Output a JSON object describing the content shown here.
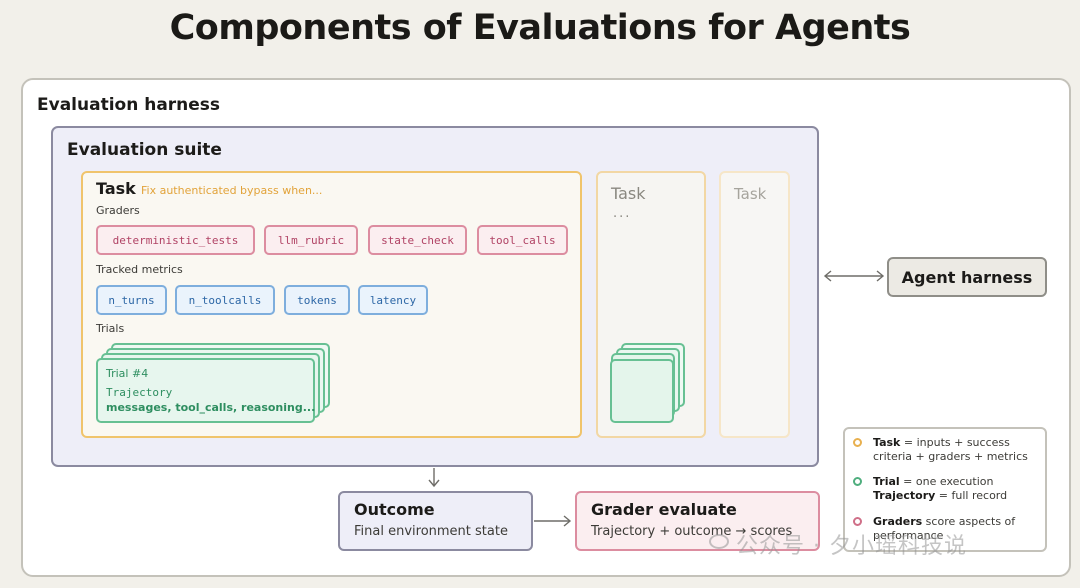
{
  "title": "Components of Evaluations for Agents",
  "harness": {
    "label": "Evaluation harness"
  },
  "suite": {
    "label": "Evaluation suite",
    "task": {
      "title": "Task",
      "subtitle": "Fix authenticated bypass when...",
      "graders_label": "Graders",
      "graders": [
        "deterministic_tests",
        "llm_rubric",
        "state_check",
        "tool_calls"
      ],
      "metrics_label": "Tracked metrics",
      "metrics": [
        "n_turns",
        "n_toolcalls",
        "tokens",
        "latency"
      ],
      "trials_label": "Trials",
      "trial": {
        "name": "Trial #4",
        "trajectory_label": "Trajectory",
        "trajectory_detail": "messages, tool_calls, reasoning..."
      }
    },
    "task2": {
      "title": "Task",
      "ellipsis": "..."
    },
    "task3": {
      "title": "Task"
    }
  },
  "agent_harness": {
    "label": "Agent harness"
  },
  "outcome": {
    "title": "Outcome",
    "subtitle": "Final environment state"
  },
  "grader": {
    "title": "Grader evaluate",
    "subtitle": "Trajectory + outcome → scores"
  },
  "legend": {
    "items": [
      {
        "term": "Task",
        "text": " = inputs + success criteria + graders + metrics",
        "color": "#e8b04f"
      },
      {
        "term": "Trial",
        "text": " = one execution",
        "term2": "Trajectory",
        "text2": " = full record",
        "color": "#4fae7e"
      },
      {
        "term": "Graders",
        "text": " score aspects of performance",
        "color": "#cf6f88"
      }
    ]
  },
  "watermark": "公众号 · 夕小瑶科技说"
}
